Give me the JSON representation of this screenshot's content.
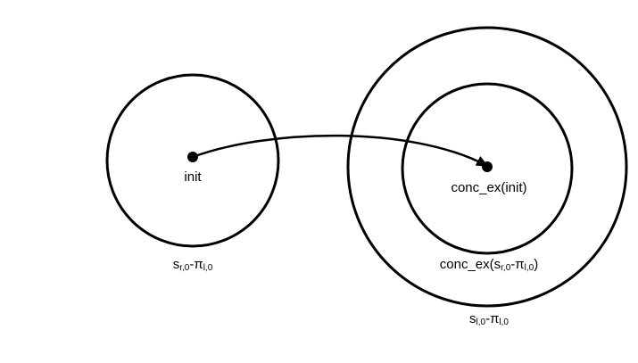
{
  "colors": {
    "stroke": "#000000",
    "background": "#ffffff"
  },
  "nodes": {
    "init": {
      "label": "init"
    },
    "conc_init": {
      "label": "conc_ex(init)"
    }
  },
  "sets": {
    "left": {
      "base": "s",
      "base_sub": "r,0",
      "sep": "-",
      "op": "π",
      "op_sub": "l,0"
    },
    "inner": {
      "prefix": "conc_ex(",
      "base": "s",
      "base_sub": "r,0",
      "sep": "-",
      "op": "π",
      "op_sub": "l,0",
      "suffix": ")"
    },
    "outer": {
      "base": "s",
      "base_sub": "l,0",
      "sep": "-",
      "op": "π",
      "op_sub": "l,0"
    }
  },
  "edges": [
    {
      "from": "init",
      "to": "conc_init"
    }
  ]
}
